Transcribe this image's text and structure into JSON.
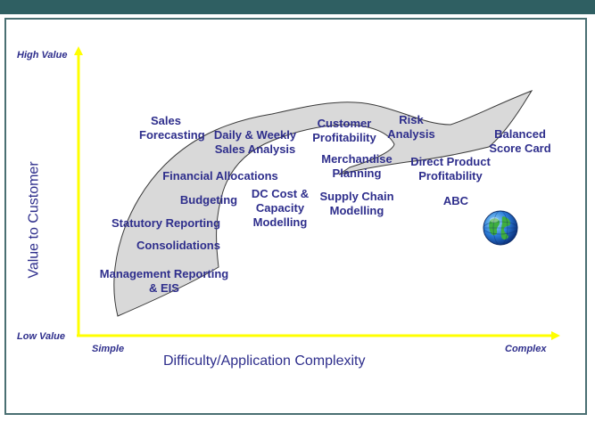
{
  "axes": {
    "y_title": "Value to Customer",
    "y_high": "High Value",
    "y_low": "Low Value",
    "x_title": "Difficulty/Application Complexity",
    "x_low": "Simple",
    "x_high": "Complex"
  },
  "items": {
    "sales_forecasting": "Sales\nForecasting",
    "daily_weekly": "Daily & Weekly\nSales Analysis",
    "customer_profitability": "Customer\nProfitability",
    "risk_analysis": "Risk\nAnalysis",
    "balanced_score_card": "Balanced\nScore Card",
    "merchandise_planning": "Merchandise\nPlanning",
    "direct_product_profitability": "Direct Product\nProfitability",
    "financial_allocations": "Financial Allocations",
    "budgeting": "Budgeting",
    "dc_cost": "DC Cost &\nCapacity\nModelling",
    "supply_chain": "Supply Chain\nModelling",
    "abc": "ABC",
    "statutory_reporting": "Statutory Reporting",
    "consolidations": "Consolidations",
    "management_reporting": "Management Reporting\n& EIS"
  },
  "colors": {
    "text": "#2e2e8c",
    "axis": "#ffff00",
    "region_fill": "#d9d9d9",
    "frame": "#4a6f72",
    "top_bar": "#2f5f62"
  },
  "icons": {
    "globe": "globe-icon"
  }
}
